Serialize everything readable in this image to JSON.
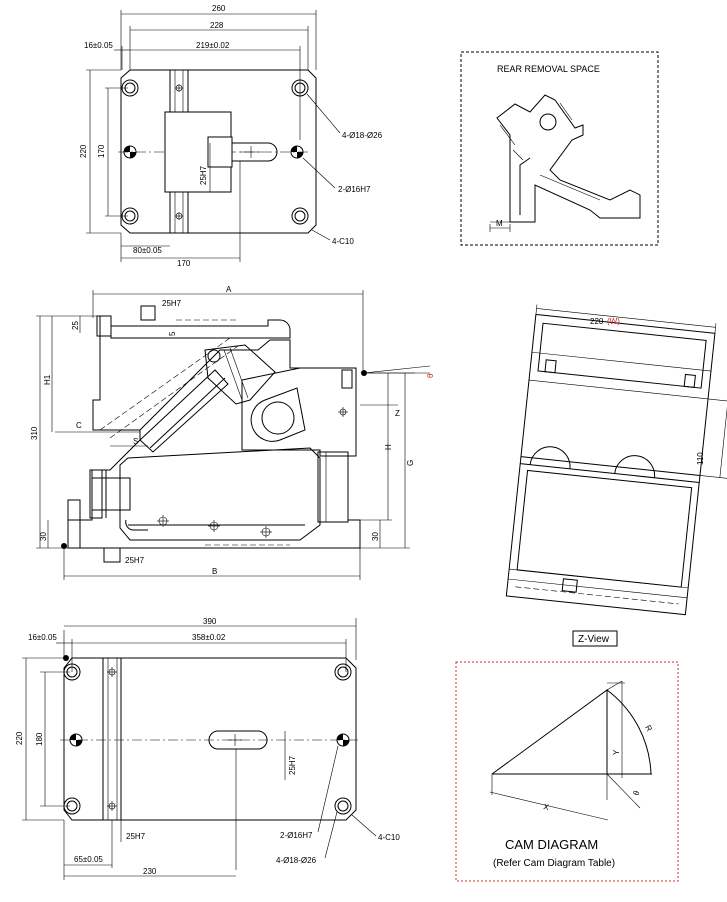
{
  "top_view": {
    "dim_260": "260",
    "dim_228": "228",
    "dim_219": "219±0.02",
    "dim_16": "16±0.05",
    "dim_220": "220",
    "dim_170_v": "170",
    "dim_25h7": "25H7",
    "dim_80": "80±0.05",
    "dim_170_h": "170",
    "callout_holes": "4-Ø18-Ø26",
    "callout_pins": "2-Ø16H7",
    "callout_chamfer": "4-C10"
  },
  "rear_removal": {
    "title": "REAR REMOVAL SPACE",
    "m_label": "M"
  },
  "side_view": {
    "dim_A": "A",
    "dim_25h7_top": "25H7",
    "dim_5": "5",
    "dim_25": "25",
    "dim_H1": "H1",
    "dim_310": "310",
    "dim_C": "C",
    "dim_S": "S",
    "dim_Z": "Z",
    "dim_H": "H",
    "dim_G": "G",
    "dim_theta": "θ",
    "dim_30_left": "30",
    "dim_30_right": "30",
    "dim_25h7_bottom": "25H7",
    "dim_B": "B"
  },
  "z_view": {
    "dim_220": "220",
    "dim_W": "(W)",
    "dim_110": "110",
    "caption": "Z-View"
  },
  "bottom_view": {
    "dim_390": "390",
    "dim_16": "16±0.05",
    "dim_358": "358±0.02",
    "dim_220": "220",
    "dim_180": "180",
    "dim_25h7_v": "25H7",
    "dim_25h7_h": "25H7",
    "callout_pins": "2-Ø16H7",
    "callout_holes": "4-Ø18-Ø26",
    "callout_chamfer": "4-C10",
    "dim_65": "65±0.05",
    "dim_230": "230"
  },
  "cam_diagram": {
    "label_R": "R",
    "label_Y": "Y",
    "label_X": "X",
    "label_theta": "θ",
    "title": "CAM DIAGRAM",
    "subtitle": "(Refer Cam Diagram Table)"
  },
  "colors": {
    "line": "#000000",
    "accent_red": "#cc2222",
    "frame_red": "#cc3333"
  }
}
